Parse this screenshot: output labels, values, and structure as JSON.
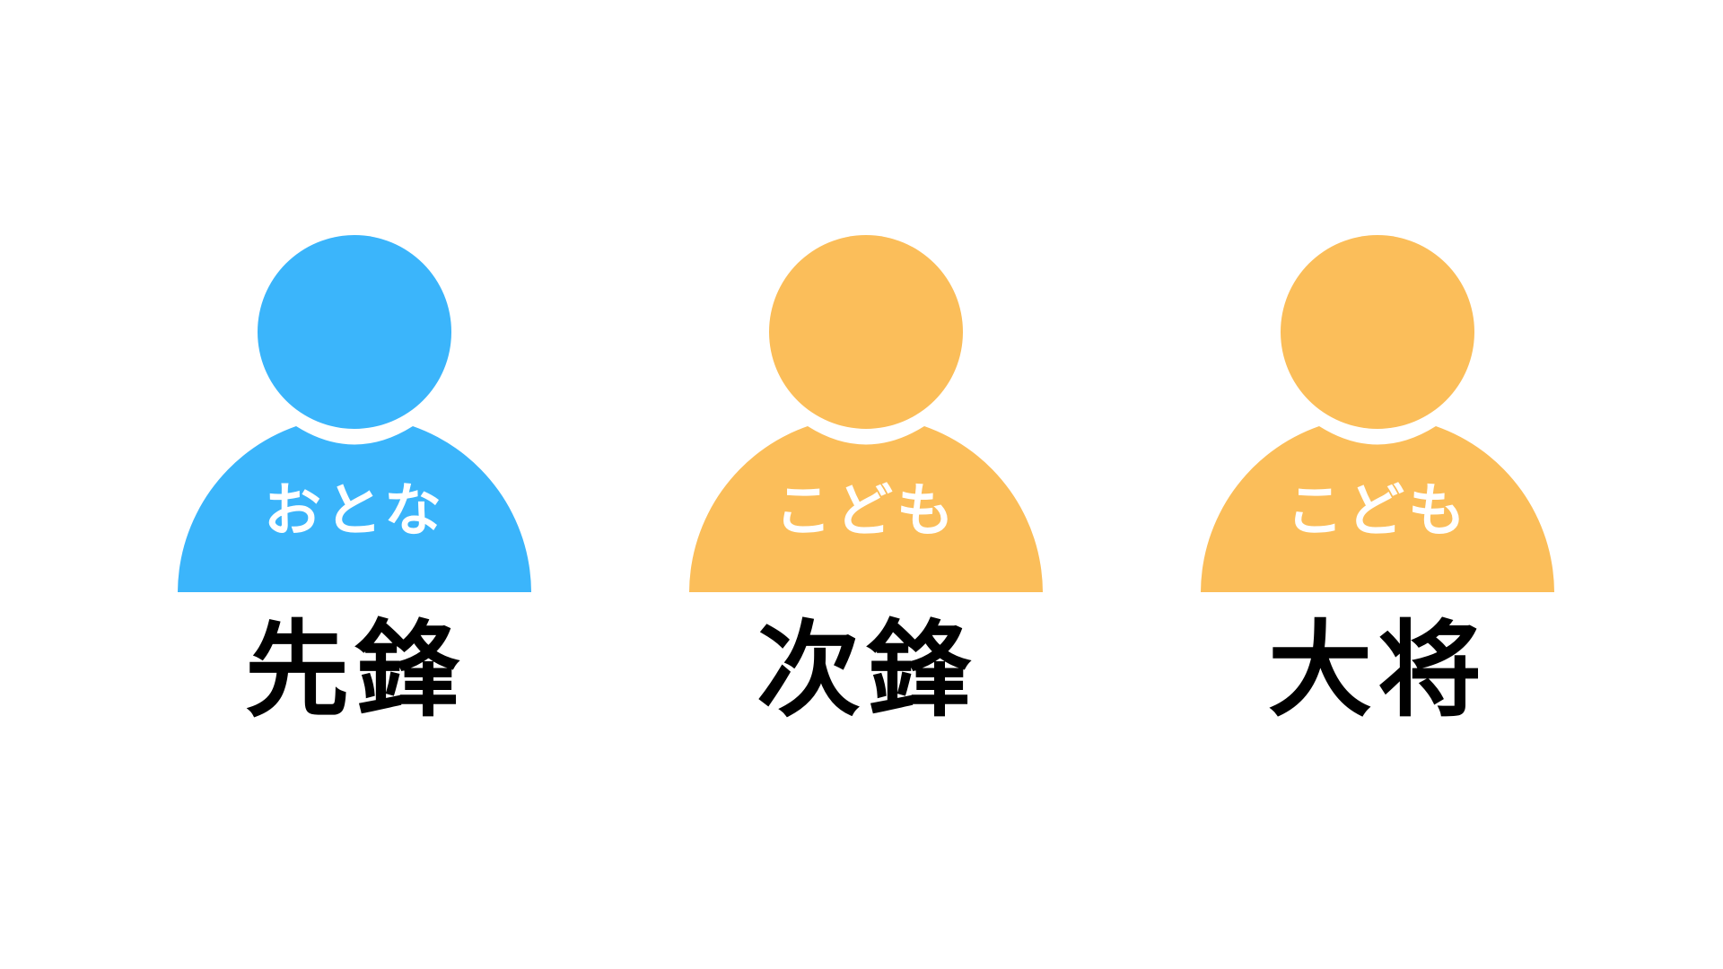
{
  "colors": {
    "adult": "#3bb5fb",
    "child": "#fbbe5a",
    "background": "#ffffff",
    "shirt_text": "#ffffff",
    "role_text": "#000000"
  },
  "figures": [
    {
      "icon": "person-icon",
      "color_key": "adult",
      "shirt_label": "おとな",
      "role_label": "先鋒"
    },
    {
      "icon": "person-icon",
      "color_key": "child",
      "shirt_label": "こども",
      "role_label": "次鋒"
    },
    {
      "icon": "person-icon",
      "color_key": "child",
      "shirt_label": "こども",
      "role_label": "大将"
    }
  ]
}
